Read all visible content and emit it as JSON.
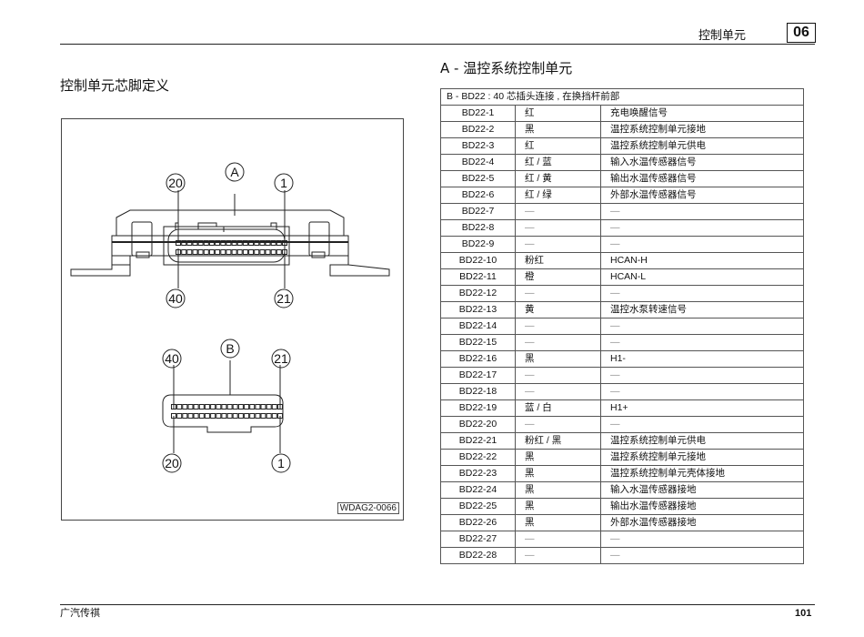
{
  "header": {
    "section_name": "控制单元",
    "chapter_number": "06"
  },
  "left": {
    "title": "控制单元芯脚定义",
    "figure": {
      "label": "WDAG2-0066",
      "callouts": {
        "A": "A",
        "B": "B",
        "a_pin20": "20",
        "a_pin1": "1",
        "a_pin40": "40",
        "a_pin21": "21",
        "b_pin40": "40",
        "b_pin21": "21",
        "b_pin20": "20",
        "b_pin1": "1"
      }
    }
  },
  "right": {
    "title": "A - 温控系统控制单元",
    "table": {
      "header": "B - BD22 : 40 芯插头连接 , 在换挡杆前部",
      "rows": [
        {
          "pin": "BD22-1",
          "color": "红",
          "function": "充电唤醒信号"
        },
        {
          "pin": "BD22-2",
          "color": "黑",
          "function": "温控系统控制单元接地"
        },
        {
          "pin": "BD22-3",
          "color": "红",
          "function": "温控系统控制单元供电"
        },
        {
          "pin": "BD22-4",
          "color": "红 / 蓝",
          "function": "输入水温传感器信号"
        },
        {
          "pin": "BD22-5",
          "color": "红 / 黄",
          "function": "输出水温传感器信号"
        },
        {
          "pin": "BD22-6",
          "color": "红 / 绿",
          "function": "外部水温传感器信号"
        },
        {
          "pin": "BD22-7",
          "color": "—",
          "function": "—"
        },
        {
          "pin": "BD22-8",
          "color": "—",
          "function": "—"
        },
        {
          "pin": "BD22-9",
          "color": "—",
          "function": "—"
        },
        {
          "pin": "BD22-10",
          "color": "粉红",
          "function": "HCAN-H"
        },
        {
          "pin": "BD22-11",
          "color": "橙",
          "function": "HCAN-L"
        },
        {
          "pin": "BD22-12",
          "color": "—",
          "function": "—"
        },
        {
          "pin": "BD22-13",
          "color": "黄",
          "function": "温控水泵转速信号"
        },
        {
          "pin": "BD22-14",
          "color": "—",
          "function": "—"
        },
        {
          "pin": "BD22-15",
          "color": "—",
          "function": "—"
        },
        {
          "pin": "BD22-16",
          "color": "黑",
          "function": "H1-"
        },
        {
          "pin": "BD22-17",
          "color": "—",
          "function": "—"
        },
        {
          "pin": "BD22-18",
          "color": "—",
          "function": "—"
        },
        {
          "pin": "BD22-19",
          "color": "蓝 / 白",
          "function": "H1+"
        },
        {
          "pin": "BD22-20",
          "color": "—",
          "function": "—"
        },
        {
          "pin": "BD22-21",
          "color": "粉红 / 黑",
          "function": "温控系统控制单元供电"
        },
        {
          "pin": "BD22-22",
          "color": "黑",
          "function": "温控系统控制单元接地"
        },
        {
          "pin": "BD22-23",
          "color": "黑",
          "function": "温控系统控制单元壳体接地"
        },
        {
          "pin": "BD22-24",
          "color": "黑",
          "function": "输入水温传感器接地"
        },
        {
          "pin": "BD22-25",
          "color": "黑",
          "function": "输出水温传感器接地"
        },
        {
          "pin": "BD22-26",
          "color": "黑",
          "function": "外部水温传感器接地"
        },
        {
          "pin": "BD22-27",
          "color": "—",
          "function": "—"
        },
        {
          "pin": "BD22-28",
          "color": "—",
          "function": "—"
        }
      ]
    }
  },
  "footer": {
    "brand": "广汽传祺",
    "page_number": "101"
  }
}
